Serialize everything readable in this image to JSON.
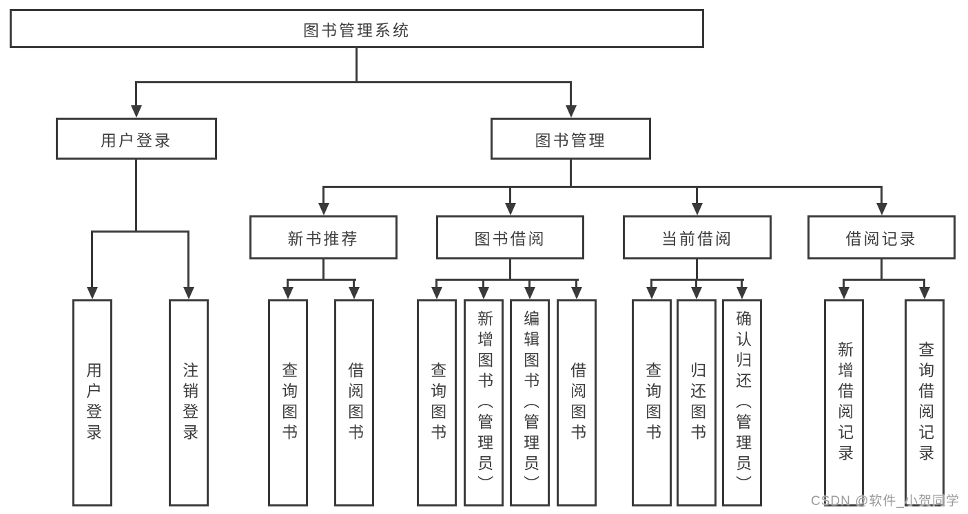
{
  "tree": {
    "root": {
      "label": "图书管理系统",
      "children": [
        {
          "label": "用户登录",
          "children": [
            {
              "label": "用户登录"
            },
            {
              "label": "注销登录"
            }
          ]
        },
        {
          "label": "图书管理",
          "children": [
            {
              "label": "新书推荐",
              "children": [
                {
                  "label": "查询图书"
                },
                {
                  "label": "借阅图书"
                }
              ]
            },
            {
              "label": "图书借阅",
              "children": [
                {
                  "label": "查询图书"
                },
                {
                  "label": "新增图书（管理员）"
                },
                {
                  "label": "编辑图书（管理员）"
                },
                {
                  "label": "借阅图书"
                }
              ]
            },
            {
              "label": "当前借阅",
              "children": [
                {
                  "label": "查询图书"
                },
                {
                  "label": "归还图书"
                },
                {
                  "label": "确认归还（管理员）"
                }
              ]
            },
            {
              "label": "借阅记录",
              "children": [
                {
                  "label": "新增借阅记录"
                },
                {
                  "label": "查询借阅记录"
                }
              ]
            }
          ]
        }
      ]
    }
  },
  "watermark": "CSDN @软件_小贺同学",
  "colors": {
    "line": "#3a3a3a",
    "text": "#3d3d3d",
    "box_background": "#ffffff",
    "watermark": "#9b9b9b",
    "page_background": "#ffffff"
  }
}
